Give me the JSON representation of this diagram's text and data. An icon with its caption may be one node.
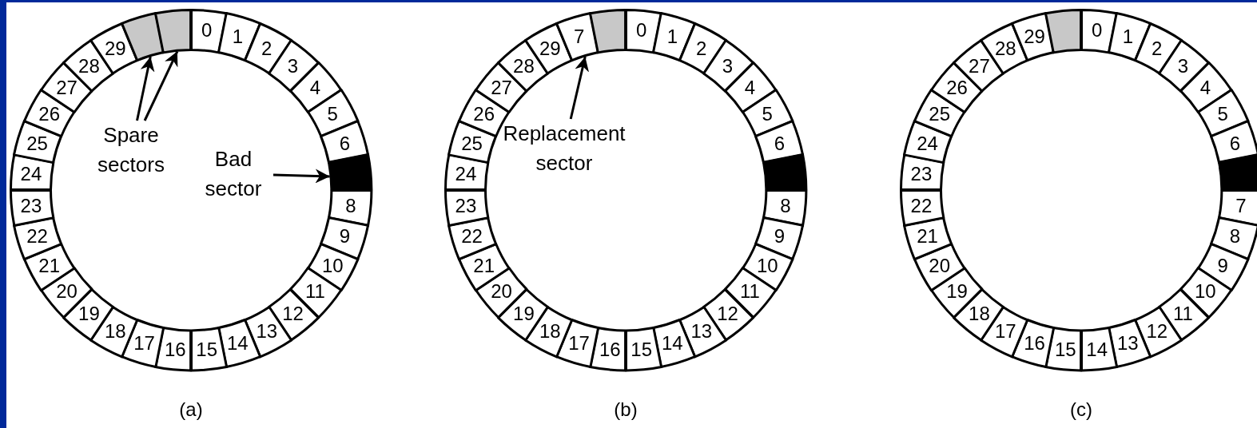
{
  "diagram": {
    "nodes": [
      {
        "text": [
          "0"
        ]
      },
      {
        "text": [
          "1"
        ]
      },
      {
        "text": [
          "2"
        ]
      },
      {
        "text": [
          "3"
        ]
      },
      {
        "text": [
          "4"
        ]
      },
      {
        "text": [
          "5"
        ]
      },
      {
        "text": [
          "6"
        ]
      },
      {
        "text": [],
        "shape": "box"
      },
      {
        "text": [
          "8"
        ]
      },
      {
        "text": [
          "9"
        ]
      },
      {
        "text": [
          "10"
        ]
      },
      {
        "text": [
          "11"
        ]
      },
      {
        "text": [
          "12"
        ]
      },
      {
        "text": [
          "13"
        ]
      },
      {
        "text": [
          "14"
        ]
      },
      {
        "text": [
          "15"
        ]
      },
      {
        "text": [
          "16"
        ]
      },
      {
        "text": [
          "17"
        ]
      },
      {
        "text": [
          "18"
        ]
      },
      {
        "text": [
          "19"
        ]
      },
      {
        "text": [
          "20"
        ]
      },
      {
        "text": [
          "21"
        ]
      },
      {
        "text": [
          "22"
        ]
      },
      {
        "text": [
          "23"
        ]
      },
      {
        "text": [
          "24"
        ]
      },
      {
        "text": [
          "25"
        ]
      },
      {
        "text": [
          "26"
        ]
      },
      {
        "text": [
          "27"
        ]
      },
      {
        "text": [
          "28"
        ]
      },
      {
        "text": [
          "29"
        ]
      },
      {
        "text": [],
        "shape": "box"
      },
      {
        "text": [],
        "shape": "box"
      },
      {
        "text": [
          "Spare sectors"
        ]
      },
      {
        "text": [
          "Bad sector"
        ]
      },
      {
        "text": [
          "0"
        ]
      },
      {
        "text": [
          "1"
        ]
      },
      {
        "text": [
          "2"
        ]
      },
      {
        "text": [
          "3"
        ]
      },
      {
        "text": [
          "4"
        ]
      },
      {
        "text": [
          "5"
        ]
      },
      {
        "text": [
          "6"
        ]
      },
      {
        "text": [],
        "shape": "box"
      },
      {
        "text": [
          "8"
        ]
      },
      {
        "text": [
          "9"
        ]
      },
      {
        "text": [
          "10"
        ]
      },
      {
        "text": [
          "11"
        ]
      },
      {
        "text": [
          "12"
        ]
      },
      {
        "text": [
          "13"
        ]
      },
      {
        "text": [
          "14"
        ]
      },
      {
        "text": [
          "15"
        ]
      },
      {
        "text": [
          "16"
        ]
      },
      {
        "text": [
          "17"
        ]
      },
      {
        "text": [
          "18"
        ]
      },
      {
        "text": [
          "19"
        ]
      },
      {
        "text": [
          "20"
        ]
      },
      {
        "text": [
          "21"
        ]
      },
      {
        "text": [
          "22"
        ]
      },
      {
        "text": [
          "23"
        ]
      },
      {
        "text": [
          "24"
        ]
      },
      {
        "text": [
          "25"
        ]
      },
      {
        "text": [
          "26"
        ]
      },
      {
        "text": [
          "27"
        ]
      },
      {
        "text": [
          "28"
        ]
      },
      {
        "text": [
          "29"
        ]
      },
      {
        "text": [
          "7"
        ]
      },
      {
        "text": [],
        "shape": "box"
      },
      {
        "text": [
          "Replacement sector"
        ]
      },
      {
        "text": [
          "0"
        ]
      },
      {
        "text": [
          "1"
        ]
      },
      {
        "text": [
          "2"
        ]
      },
      {
        "text": [
          "3"
        ]
      },
      {
        "text": [
          "4"
        ]
      },
      {
        "text": [
          "5"
        ]
      },
      {
        "text": [
          "6"
        ]
      },
      {
        "text": [],
        "shape": "box"
      },
      {
        "text": [
          "7"
        ]
      },
      {
        "text": [
          "8"
        ]
      },
      {
        "text": [
          "9"
        ]
      },
      {
        "text": [
          "10"
        ]
      },
      {
        "text": [
          "11"
        ]
      },
      {
        "text": [
          "12"
        ]
      },
      {
        "text": [
          "13"
        ]
      },
      {
        "text": [
          "14"
        ]
      },
      {
        "text": [
          "15"
        ]
      },
      {
        "text": [
          "16"
        ]
      },
      {
        "text": [
          "17"
        ]
      },
      {
        "text": [
          "18"
        ]
      },
      {
        "text": [
          "19"
        ]
      },
      {
        "text": [
          "20"
        ]
      },
      {
        "text": [
          "21"
        ]
      },
      {
        "text": [
          "22"
        ]
      },
      {
        "text": [
          "23"
        ]
      },
      {
        "text": [
          "24"
        ]
      },
      {
        "text": [
          "25"
        ]
      },
      {
        "text": [
          "26"
        ]
      },
      {
        "text": [
          "27"
        ]
      },
      {
        "text": [
          "28"
        ]
      },
      {
        "text": [
          "29"
        ]
      },
      {
        "text": [],
        "shape": "box"
      }
    ],
    "edges": [
      {
        "from": 32,
        "to": 30,
        "arrow": "to"
      },
      {
        "from": 32,
        "to": 31,
        "arrow": "to"
      },
      {
        "from": 33,
        "to": 7,
        "arrow": "to"
      },
      {
        "from": 66,
        "to": 64,
        "arrow": "to"
      }
    ],
    "labels": [
      "(a)",
      "(b)",
      "(c)"
    ]
  }
}
